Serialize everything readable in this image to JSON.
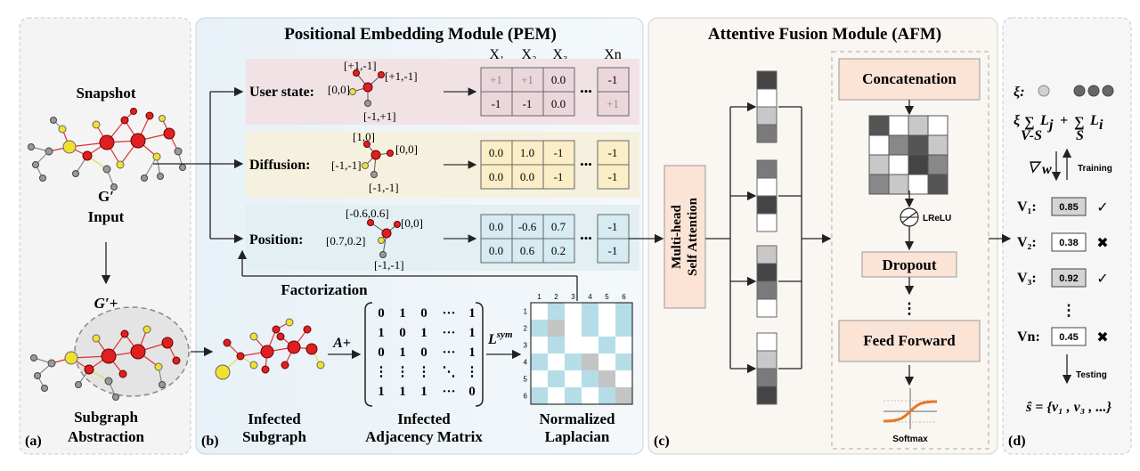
{
  "panels": {
    "a": "(a)",
    "b": "(b)",
    "c": "(c)",
    "d": "(d)"
  },
  "section_a": {
    "snapshot": "Snapshot",
    "g_prime": "G′",
    "input": "Input",
    "g_prime_plus": "G′+",
    "subgraph": "Subgraph",
    "abstraction": "Abstraction"
  },
  "section_b": {
    "title": "Positional Embedding Module (PEM)",
    "col_headers": [
      "X₁",
      "X₂",
      "X₃",
      "Xn"
    ],
    "rows": [
      {
        "label": "User state:",
        "coords": [
          "[+1,-1]",
          "[+1,-1]",
          "[0,0]",
          "[-1,+1]"
        ],
        "cells_top": [
          "+1",
          "+1",
          "0.0",
          "-1"
        ],
        "cells_bottom": [
          "-1",
          "-1",
          "0.0",
          "+1"
        ]
      },
      {
        "label": "Diffusion:",
        "coords": [
          "[1,0]",
          "[0,0]",
          "[-1,-1]",
          "[-1,-1]"
        ],
        "cells_top": [
          "0.0",
          "1.0",
          "-1",
          "-1"
        ],
        "cells_bottom": [
          "0.0",
          "0.0",
          "-1",
          "-1"
        ]
      },
      {
        "label": "Position:",
        "coords": [
          "[-0.6,0.6]",
          "[0,0]",
          "[0.7,0.2]",
          "[-1,-1]"
        ],
        "cells_top": [
          "0.0",
          "-0.6",
          "0.7",
          "-1"
        ],
        "cells_bottom": [
          "0.0",
          "0.6",
          "0.2",
          "-1"
        ]
      }
    ],
    "dots": "•••",
    "factorization": "Factorization",
    "a_plus": "A+",
    "l_sym": "L",
    "l_sym_sup": "sym",
    "matrix_rows": [
      [
        "0",
        "1",
        "0",
        "···",
        "1"
      ],
      [
        "1",
        "0",
        "1",
        "···",
        "1"
      ],
      [
        "0",
        "1",
        "0",
        "···",
        "1"
      ],
      [
        "⋮",
        "⋮",
        "⋮",
        "⋱",
        "⋮"
      ],
      [
        "1",
        "1",
        "1",
        "···",
        "0"
      ]
    ],
    "laplacian_ticks": [
      "1",
      "2",
      "3",
      "4",
      "5",
      "6"
    ],
    "cap_infected_1": "Infected",
    "cap_infected_2": "Subgraph",
    "cap_adj_1": "Infected",
    "cap_adj_2": "Adjacency Matrix",
    "cap_lap_1": "Normalized",
    "cap_lap_2": "Laplacian"
  },
  "section_c": {
    "title": "Attentive Fusion Module (AFM)",
    "mhsa_1": "Multi-head",
    "mhsa_2": "Self Attention",
    "concatenation": "Concatenation",
    "lrelu": "LReLU",
    "dropout": "Dropout",
    "vdots": "⋮",
    "feed_forward": "Feed Forward",
    "softmax": "Softmax"
  },
  "section_d": {
    "xi": "ξ:",
    "loss_xi": "ξ",
    "loss_lj": "L",
    "loss_lj_sub": "j",
    "loss_plus": "+",
    "loss_li": "L",
    "loss_li_sub": "i",
    "loss_sub_1": "V-S",
    "loss_sub_2": "S",
    "grad": "▽",
    "grad_w": "w",
    "training": "Training",
    "testing": "Testing",
    "nodes": [
      {
        "label": "V₁:",
        "score": "0.85",
        "mark": "✓"
      },
      {
        "label": "V₂:",
        "score": "0.38",
        "mark": "✖"
      },
      {
        "label": "V₃:",
        "score": "0.92",
        "mark": "✓"
      },
      {
        "label": "Vn:",
        "score": "0.45",
        "mark": "✖"
      }
    ],
    "vdots": "⋮",
    "result": "ŝ = {v₁ , v₃ , ...}"
  },
  "colors": {
    "red_node": "#e02020",
    "yellow_node": "#f2e030",
    "grey_node": "#9a9a9a",
    "row1_bg": "#f1e3e5",
    "row2_bg": "#f6f1de",
    "row3_bg": "#e3eff2",
    "cell1": "#ead6db",
    "cell2": "#fbeec7",
    "cell3": "#d6ecf2",
    "laplacian_blue": "#b5dde7",
    "afm_box": "#fbe3d6",
    "pem_bg": "#eef4f8",
    "afm_bg": "#fbf7f3"
  }
}
